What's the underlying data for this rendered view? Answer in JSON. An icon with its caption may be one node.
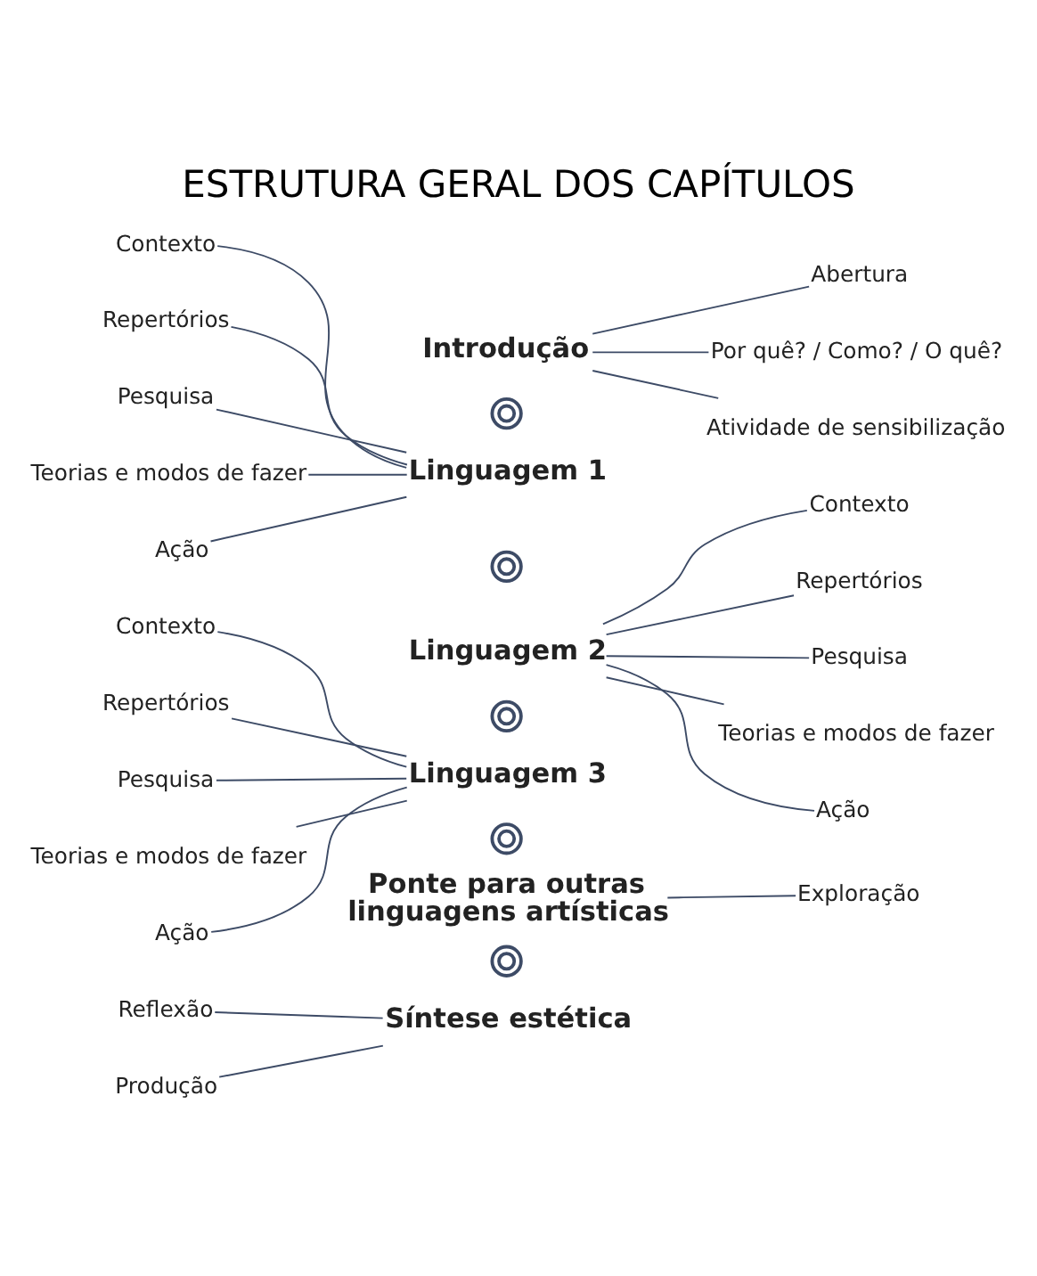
{
  "diagram": {
    "title": "ESTRUTURA GERAL DOS CAPÍTULOS",
    "nodes": [
      {
        "text": [
          "Introdução"
        ]
      },
      {
        "text": [
          "Abertura"
        ]
      },
      {
        "text": [
          "Por quê? / Como? / O quê?"
        ]
      },
      {
        "text": [
          "Atividade de sensibilização"
        ]
      },
      {
        "text": [],
        "shape": "circle"
      },
      {
        "text": [
          "Contexto"
        ]
      },
      {
        "text": [
          "Repertórios"
        ]
      },
      {
        "text": [
          "Pesquisa"
        ]
      },
      {
        "text": [
          "Teorias e modos de fazer"
        ]
      },
      {
        "text": [
          "Ação"
        ]
      },
      {
        "text": [
          "Linguagem 1"
        ]
      },
      {
        "text": [],
        "shape": "circle"
      },
      {
        "text": [
          "Linguagem 2"
        ]
      },
      {
        "text": [
          "Contexto"
        ]
      },
      {
        "text": [
          "Repertórios"
        ]
      },
      {
        "text": [
          "Pesquisa"
        ]
      },
      {
        "text": [
          "Teorias e modos de fazer"
        ]
      },
      {
        "text": [
          "Ação"
        ]
      },
      {
        "text": [],
        "shape": "circle"
      },
      {
        "text": [
          "Contexto"
        ]
      },
      {
        "text": [
          "Repertórios"
        ]
      },
      {
        "text": [
          "Pesquisa"
        ]
      },
      {
        "text": [
          "Teorias e modos de fazer"
        ]
      },
      {
        "text": [
          "Ação"
        ]
      },
      {
        "text": [
          "Linguagem 3"
        ]
      },
      {
        "text": [],
        "shape": "circle"
      },
      {
        "text": [
          "Ponte para outras linguagens artísticas"
        ]
      },
      {
        "text": [
          "Exploração"
        ]
      },
      {
        "text": [],
        "shape": "circle"
      },
      {
        "text": [
          "Reflexão"
        ]
      },
      {
        "text": [
          "Produção"
        ]
      },
      {
        "text": [
          "Síntese estética"
        ]
      }
    ],
    "edges": [
      {
        "from": 0,
        "to": 1,
        "arrow": "none"
      },
      {
        "from": 0,
        "to": 2,
        "arrow": "none"
      },
      {
        "from": 0,
        "to": 3,
        "arrow": "none"
      },
      {
        "from": 10,
        "to": 5,
        "arrow": "none"
      },
      {
        "from": 10,
        "to": 6,
        "arrow": "none"
      },
      {
        "from": 10,
        "to": 7,
        "arrow": "none"
      },
      {
        "from": 10,
        "to": 8,
        "arrow": "none"
      },
      {
        "from": 10,
        "to": 9,
        "arrow": "none"
      },
      {
        "from": 12,
        "to": 13,
        "arrow": "none"
      },
      {
        "from": 12,
        "to": 14,
        "arrow": "none"
      },
      {
        "from": 12,
        "to": 15,
        "arrow": "none"
      },
      {
        "from": 12,
        "to": 16,
        "arrow": "none"
      },
      {
        "from": 12,
        "to": 17,
        "arrow": "none"
      },
      {
        "from": 24,
        "to": 19,
        "arrow": "none"
      },
      {
        "from": 24,
        "to": 20,
        "arrow": "none"
      },
      {
        "from": 24,
        "to": 21,
        "arrow": "none"
      },
      {
        "from": 24,
        "to": 22,
        "arrow": "none"
      },
      {
        "from": 24,
        "to": 23,
        "arrow": "none"
      },
      {
        "from": 26,
        "to": 27,
        "arrow": "none"
      },
      {
        "from": 31,
        "to": 29,
        "arrow": "none"
      },
      {
        "from": 31,
        "to": 30,
        "arrow": "none"
      }
    ]
  }
}
